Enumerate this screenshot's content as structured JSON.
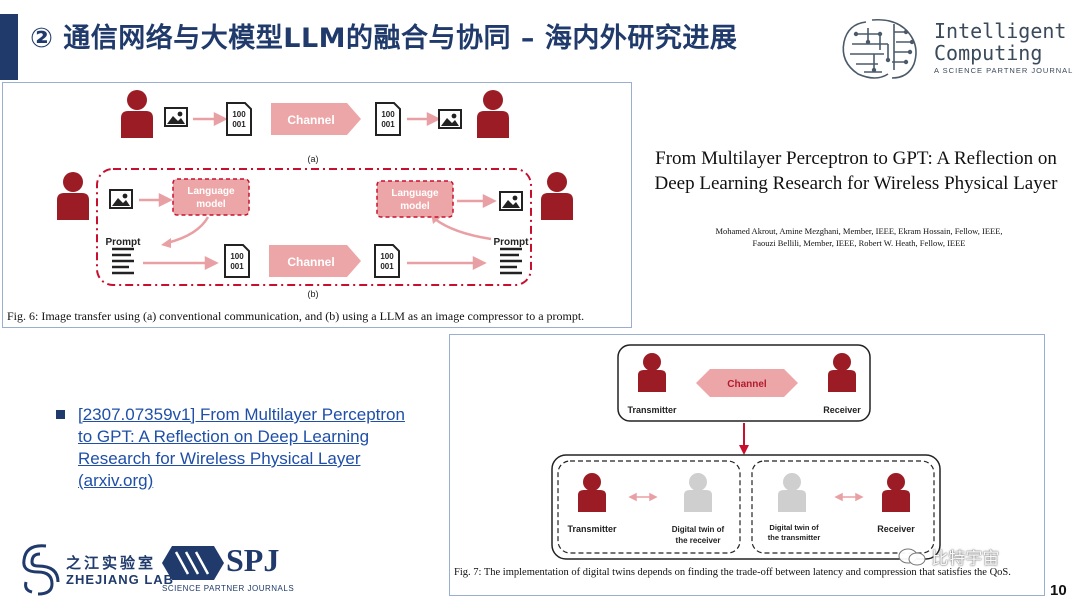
{
  "slide": {
    "title": "② 通信网络与大模型LLM的融合与协同 – 海内外研究进展",
    "page_number": "10"
  },
  "journal_logo": {
    "name_line1": "Intelligent",
    "name_line2": "Computing",
    "subtitle": "A SCIENCE PARTNER JOURNAL"
  },
  "fig6": {
    "channel_label": "Channel",
    "data_glyph": "100\n001",
    "language_model_label": "Language model",
    "prompt_label": "Prompt",
    "label_a": "(a)",
    "label_b": "(b)",
    "caption": "Fig. 6: Image transfer using (a) conventional communication, and (b) using a LLM as an image compressor to a prompt."
  },
  "paper": {
    "title": "From Multilayer Perceptron to GPT: A Reflection on Deep Learning Research for Wireless Physical Layer",
    "authors_line1": "Mohamed Akrout, Amine Mezghani, Member, IEEE, Ekram Hossain, Fellow, IEEE,",
    "authors_line2": "Faouzi Bellili, Member, IEEE, Robert W. Heath, Fellow, IEEE"
  },
  "reference": {
    "link_text": "[2307.07359v1] From Multilayer Perceptron to GPT: A Reflection on Deep Learning Research for Wireless Physical Layer (arxiv.org)"
  },
  "fig7": {
    "channel_label": "Channel",
    "transmitter_label": "Transmitter",
    "receiver_label": "Receiver",
    "twin_receiver_label": "Digital twin of the receiver",
    "twin_transmitter_label": "Digital twin of the transmitter",
    "caption": "Fig. 7: The implementation of digital twins depends on finding the trade-off between latency and compression that satisfies the QoS."
  },
  "logos": {
    "zhejiang_cn": "之江实验室",
    "zhejiang_en": "ZHEJIANG LAB",
    "spj": "SPJ",
    "spj_sub": "SCIENCE PARTNER JOURNALS"
  },
  "watermark": "比特宇宙",
  "colors": {
    "title_blue": "#1f3a6b",
    "person_red": "#9b1c24",
    "arrow_pink": "#e9a0a4",
    "link_blue": "#1f4fa8"
  }
}
